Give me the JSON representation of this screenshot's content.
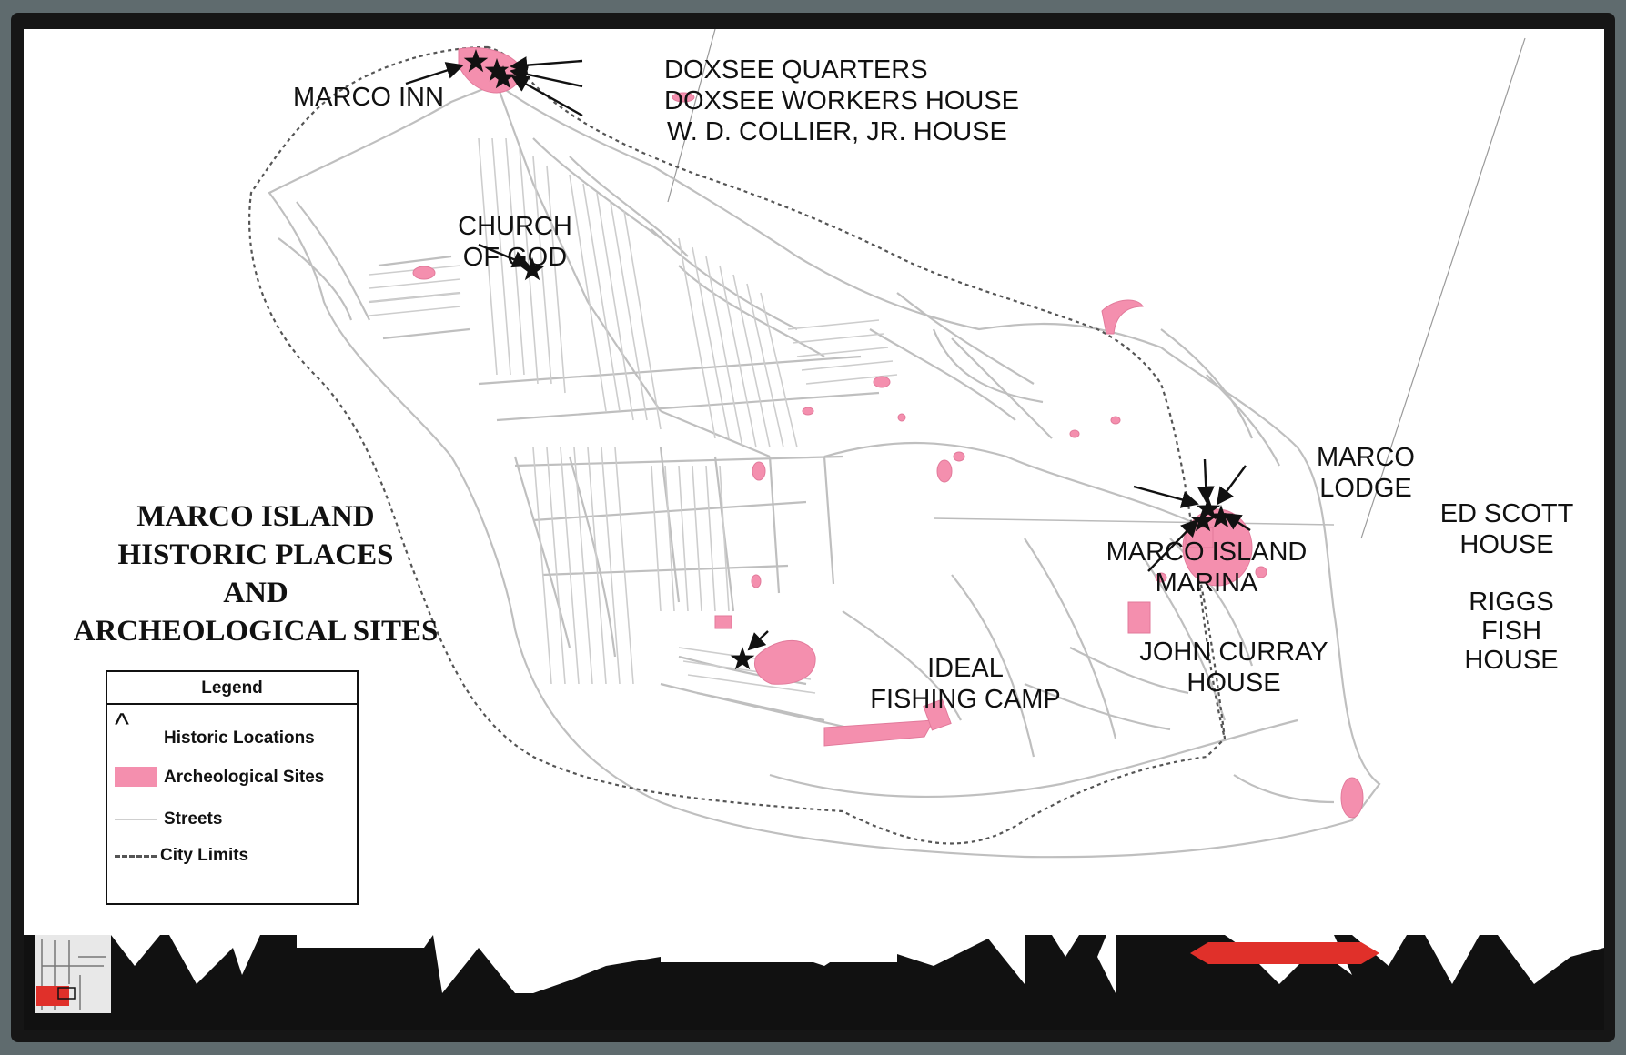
{
  "map": {
    "title_lines": [
      "MARCO ISLAND",
      "HISTORIC PLACES",
      "AND",
      "ARCHEOLOGICAL SITES"
    ],
    "places": [
      {
        "id": "marco-inn",
        "lines": [
          "MARCO INN"
        ]
      },
      {
        "id": "doxsee-quarters",
        "lines": [
          "DOXSEE QUARTERS"
        ]
      },
      {
        "id": "doxsee-workers-house",
        "lines": [
          "DOXSEE WORKERS HOUSE"
        ]
      },
      {
        "id": "wd-collier-jr-house",
        "lines": [
          "W. D. COLLIER, JR. HOUSE"
        ]
      },
      {
        "id": "church-of-god",
        "lines": [
          "CHURCH",
          "OF GOD"
        ]
      },
      {
        "id": "marco-lodge",
        "lines": [
          "MARCO",
          "LODGE"
        ]
      },
      {
        "id": "ed-scott-house",
        "lines": [
          "ED SCOTT",
          "HOUSE"
        ]
      },
      {
        "id": "marco-island-marina",
        "lines": [
          "MARCO ISLAND",
          "MARINA"
        ]
      },
      {
        "id": "riggs-fish-house",
        "lines": [
          "RIGGS",
          "FISH",
          "HOUSE"
        ]
      },
      {
        "id": "john-curray-house",
        "lines": [
          "JOHN CURRAY",
          "HOUSE"
        ]
      },
      {
        "id": "ideal-fishing-camp",
        "lines": [
          "IDEAL",
          "FISHING CAMP"
        ]
      }
    ],
    "legend": {
      "title": "Legend",
      "items": [
        {
          "key": "historic",
          "symbol": "^",
          "label": "Historic Locations"
        },
        {
          "key": "archeological",
          "label": "Archeological Sites"
        },
        {
          "key": "streets",
          "label": "Streets"
        },
        {
          "key": "city",
          "label": "City Limits"
        }
      ]
    },
    "colors": {
      "archeological_site": "#f48fae",
      "street": "#bfbfbf",
      "city_limits": "#555555",
      "star": "#111111",
      "inset_highlight": "#e0302a"
    },
    "icons": [
      "star-icon",
      "arrow-icon",
      "caret-icon"
    ]
  }
}
